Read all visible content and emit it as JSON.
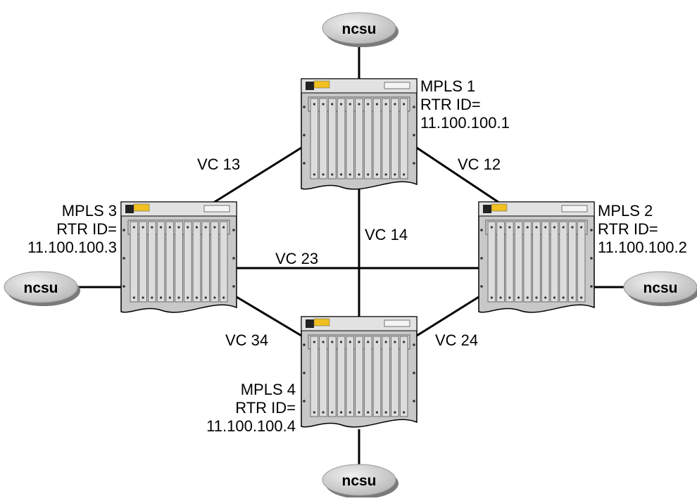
{
  "cloud_label": "ncsu",
  "routers": [
    {
      "id": "mpls1",
      "name": "MPLS 1",
      "rtr_label": "RTR ID=",
      "rtr_id": "11.100.100.1"
    },
    {
      "id": "mpls2",
      "name": "MPLS 2",
      "rtr_label": "RTR ID=",
      "rtr_id": "11.100.100.2"
    },
    {
      "id": "mpls3",
      "name": "MPLS 3",
      "rtr_label": "RTR ID=",
      "rtr_id": "11.100.100.3"
    },
    {
      "id": "mpls4",
      "name": "MPLS 4",
      "rtr_label": "RTR ID=",
      "rtr_id": "11.100.100.4"
    }
  ],
  "links": {
    "vc12": "VC 12",
    "vc13": "VC 13",
    "vc14": "VC 14",
    "vc23": "VC 23",
    "vc24": "VC 24",
    "vc34": "VC 34"
  },
  "colors": {
    "router_fill": "#c8c8c8",
    "slot_fill": "#dcdcdc",
    "badge": "#f0c020",
    "cloud_fill": "#d4d4d4",
    "line": "#000000"
  }
}
